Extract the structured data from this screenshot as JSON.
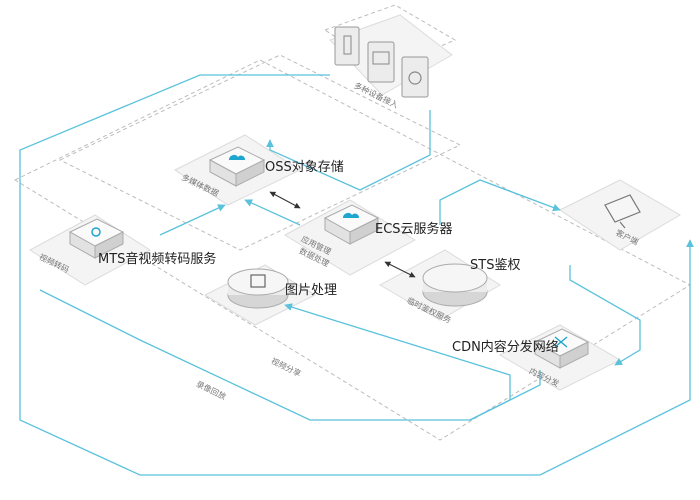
{
  "labels": {
    "oss": "OSS对象存储",
    "ecs": "ECS云服务器",
    "mts": "MTS音视频转码服务",
    "img": "图片处理",
    "sts": "STS鉴权",
    "cdn": "CDN内容分发网络"
  },
  "faces": {
    "devices": "多种设备接入",
    "media": "多媒体数据",
    "app": "应用管理",
    "data": "数据处理",
    "transcode": "视频转码",
    "client": "客户端",
    "auth": "临时鉴权服务",
    "dist": "内容分发",
    "share": "视频分享",
    "playback": "录像回放"
  },
  "colors": {
    "line": "#5bc2dc",
    "accent": "#1ea6cf",
    "dash": "#bcbcbc",
    "plate": "#f1f1f1"
  }
}
